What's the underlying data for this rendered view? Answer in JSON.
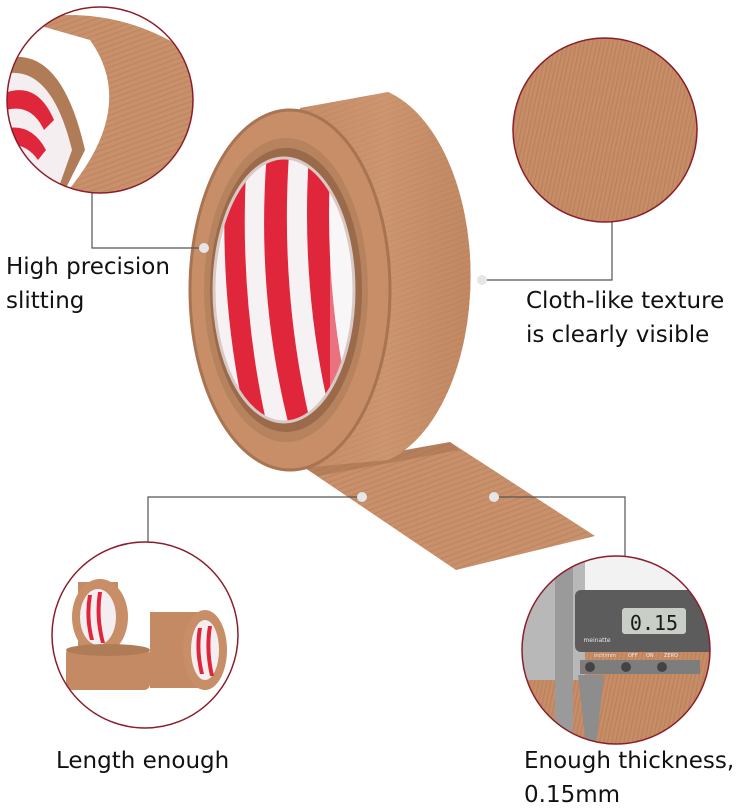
{
  "labels": {
    "slitting_line1": "High precision",
    "slitting_line2": "slitting",
    "texture_line1": "Cloth-like texture",
    "texture_line2": "is clearly visible",
    "length": "Length enough",
    "thickness_line1": "Enough thickness,",
    "thickness_line2": "0.15mm"
  },
  "caliper": {
    "reading": "0.15",
    "unit_label": "inch/mm",
    "brand": "meinatte",
    "off_label": "OFF",
    "on_label": "ON",
    "zero_label": "ZERO"
  },
  "colors": {
    "tape": "#c8906a",
    "tape_shadow": "#a06e4c",
    "core_red": "#e0263a",
    "core_white": "#f6f1f3",
    "callout_ring": "#8b1e2b",
    "leader_line": "#555555"
  }
}
